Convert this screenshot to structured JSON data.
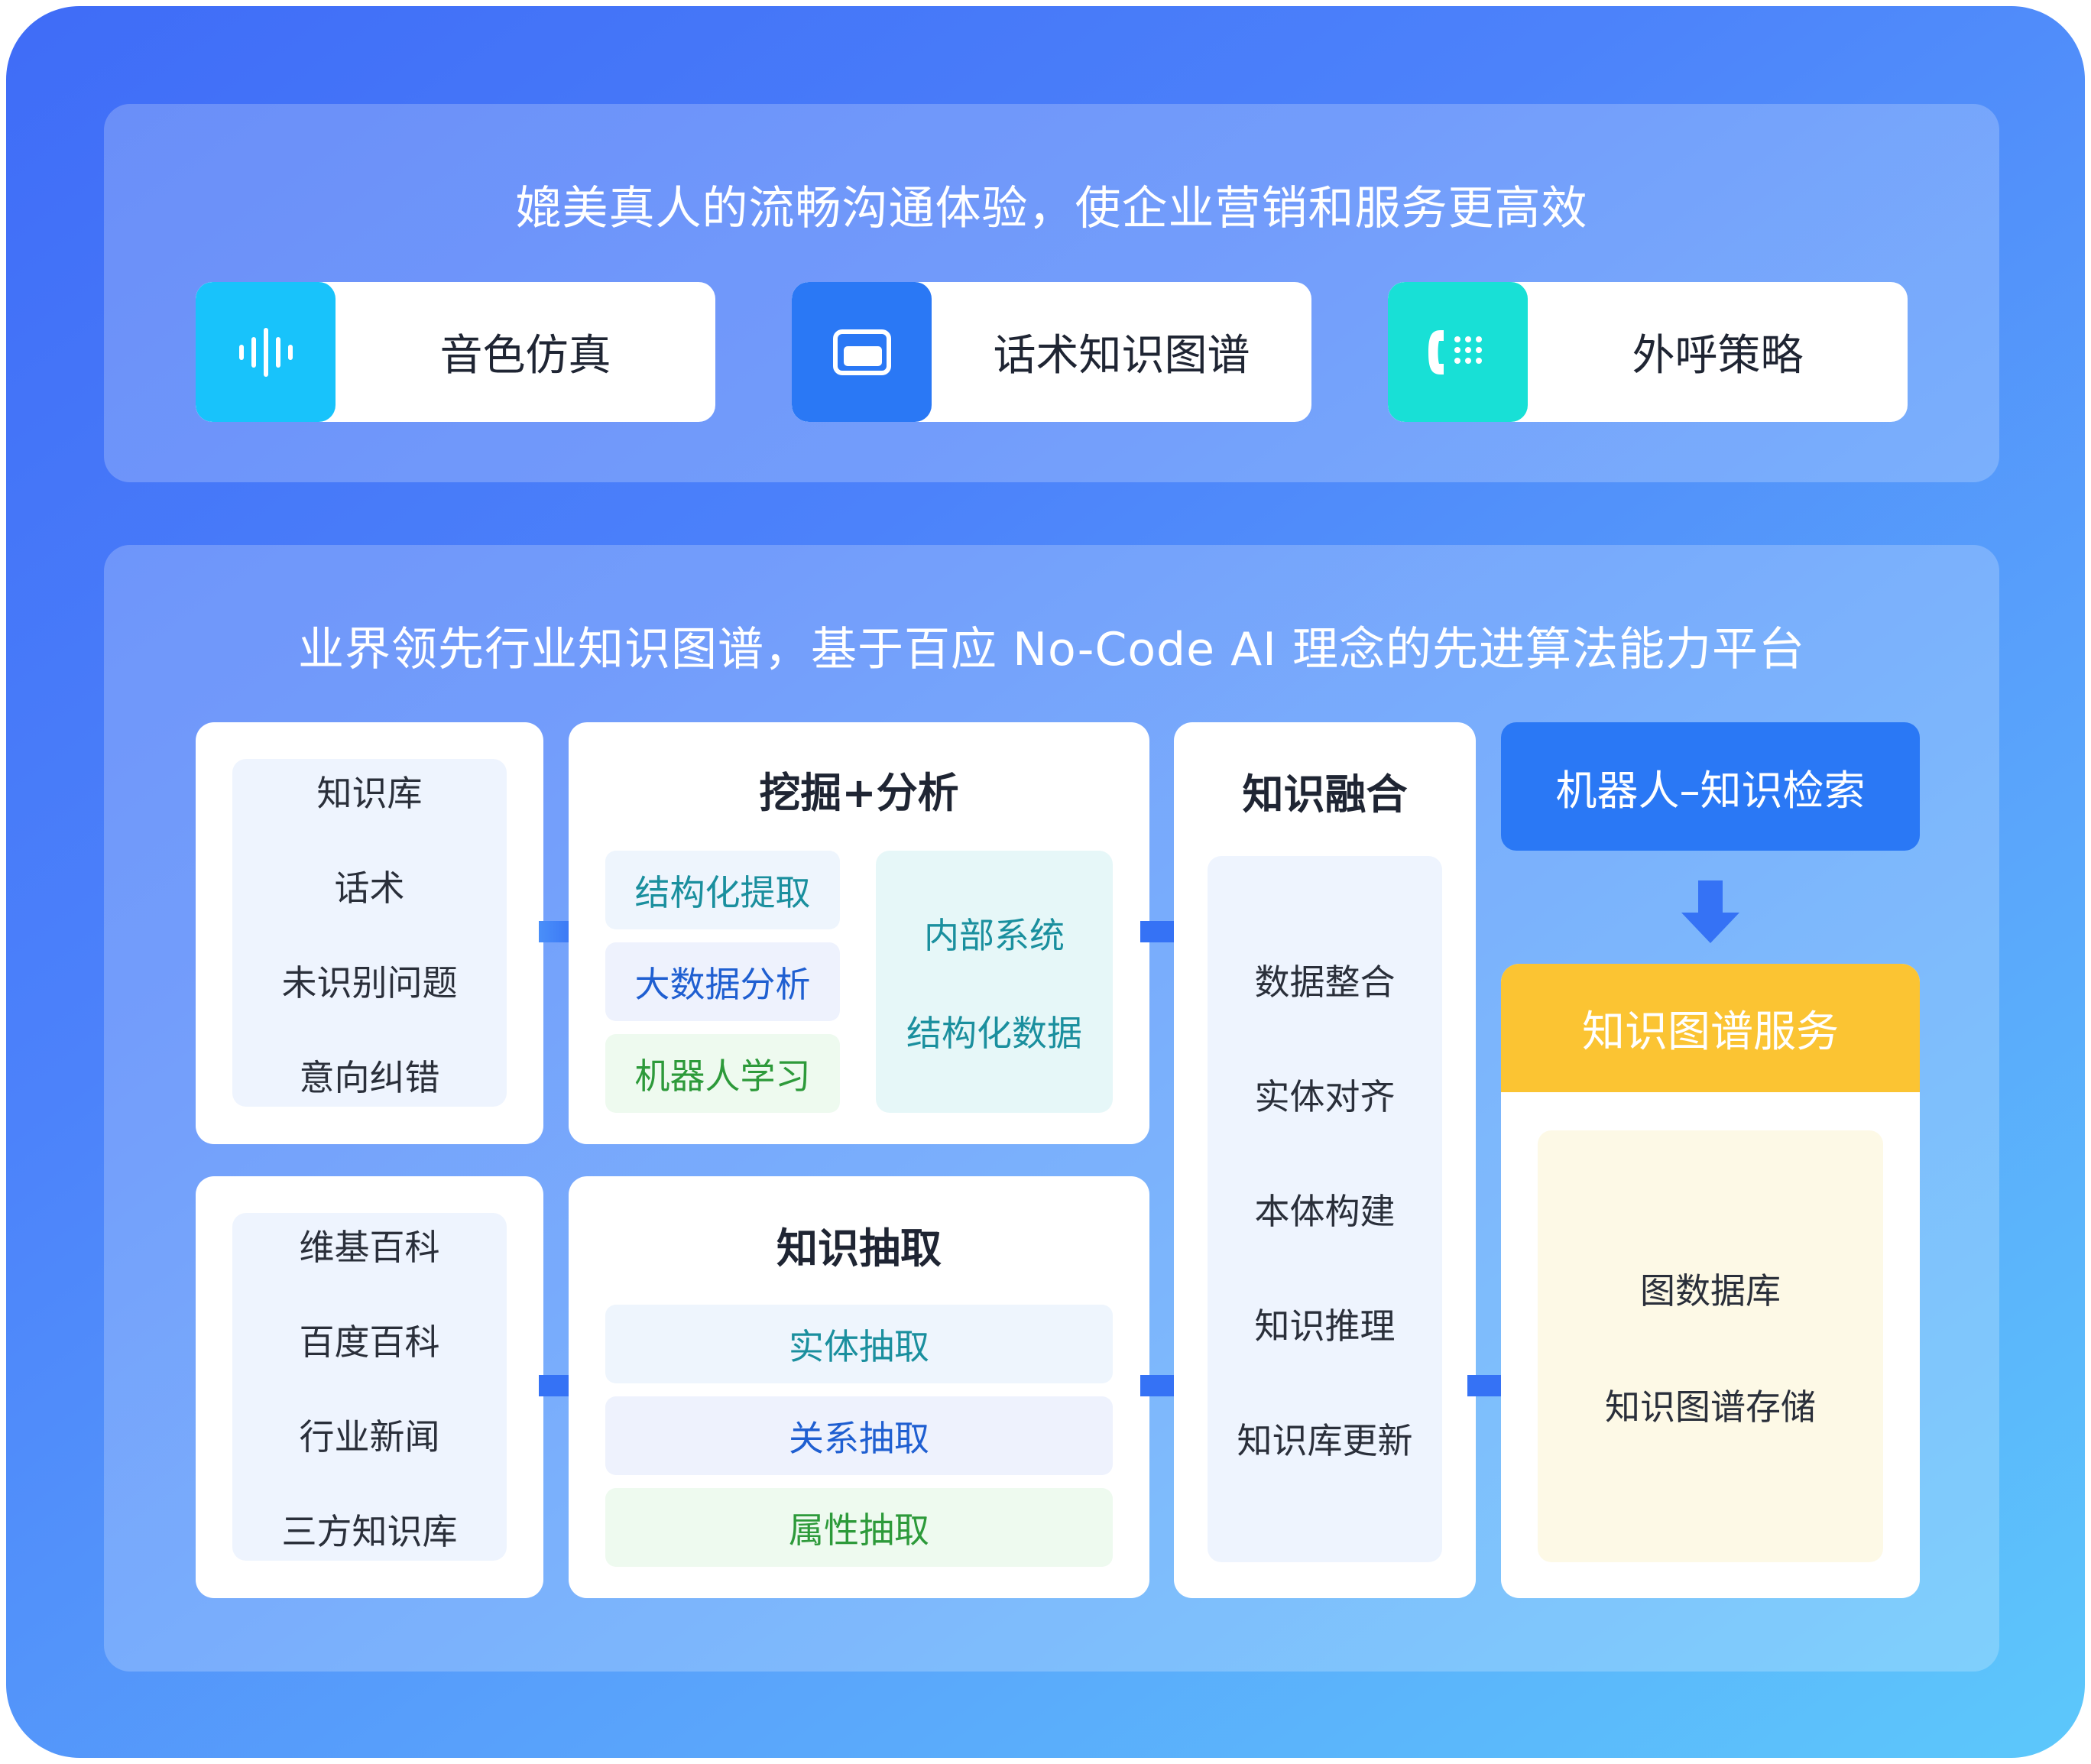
{
  "top_section": {
    "title": "媲美真人的流畅沟通体验，使企业营销和服务更高效",
    "features": [
      {
        "label": "音色仿真",
        "icon": "sound-wave-icon",
        "color": "#18c3fb"
      },
      {
        "label": "话术知识图谱",
        "icon": "window-card-icon",
        "color": "#2a78f5"
      },
      {
        "label": "外呼策略",
        "icon": "phone-dialpad-icon",
        "color": "#18e0d6"
      }
    ]
  },
  "bottom_section": {
    "title": "业界领先行业知识图谱，基于百应   No-Code AI 理念的先进算法能力平台",
    "source_1": [
      "知识库",
      "话术",
      "未识别问题",
      "意向纠错"
    ],
    "source_2": [
      "维基百科",
      "百度百科",
      "行业新闻",
      "三方知识库"
    ],
    "mining": {
      "title": "挖掘+分析",
      "chips": [
        "结构化提取",
        "大数据分析",
        "机器人学习"
      ],
      "side": [
        "内部系统",
        "结构化数据"
      ]
    },
    "extraction": {
      "title": "知识抽取",
      "chips": [
        "实体抽取",
        "关系抽取",
        "属性抽取"
      ]
    },
    "fusion": {
      "title": "知识融合",
      "items": [
        "数据整合",
        "实体对齐",
        "本体构建",
        "知识推理",
        "知识库更新"
      ]
    },
    "robot": {
      "label": "机器人–知识检索"
    },
    "service": {
      "title": "知识图谱服务",
      "items": [
        "图数据库",
        "知识图谱存储"
      ]
    }
  },
  "colors": {
    "gradient_start": "#3f6cf7",
    "gradient_end": "#5cc8fb",
    "accent_blue": "#2a78f5",
    "service_yellow": "#fbc433",
    "teal_text": "#1a8f9e",
    "blue_text": "#1f5fd1",
    "green_text": "#2d9a3a"
  }
}
